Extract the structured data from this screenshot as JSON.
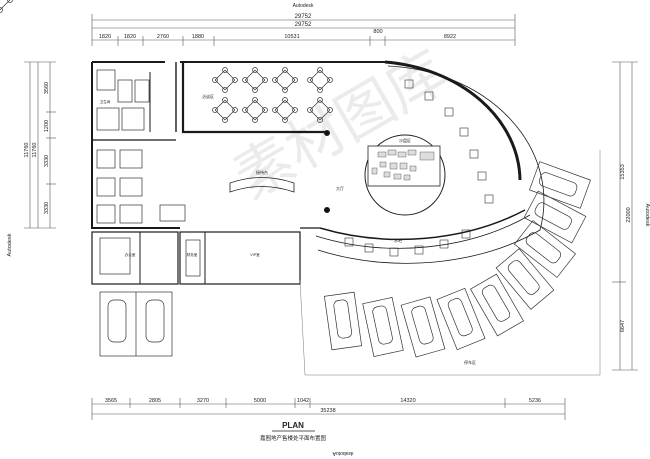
{
  "top_label": "Autodesk",
  "bottom_label_mirrored": "Autodesk",
  "left_label_rotated": "Autodesk",
  "right_label_rotated": "Autodesk",
  "plan_title": "PLAN",
  "plan_subtitle": "嘉囿地产售楼处平面布置图",
  "watermark": "素材图库",
  "top_dims": {
    "overall_1": "29752",
    "overall_2": "29752",
    "segments": [
      "1820",
      "1820",
      "2760",
      "1880",
      "10531",
      "800",
      "8922"
    ]
  },
  "left_dims": {
    "outer": "11760",
    "outer2": "11760",
    "segments": [
      "3560",
      "1200",
      "3330",
      "3330"
    ]
  },
  "right_dims": {
    "outer": "22000",
    "segments": [
      "15353",
      "6647"
    ]
  },
  "bottom_dims": {
    "overall": "35238",
    "segments": [
      "3565",
      "2805",
      "3270",
      "5000",
      "1042",
      "14320",
      "5236"
    ]
  },
  "plan_labels": {
    "center_model": "沙盘区",
    "reception": "接待台",
    "negotiation": "洽谈区",
    "bar": "水吧",
    "office": "办公室",
    "vip": "VIP室",
    "finance": "财务室",
    "wc": "卫生间",
    "lobby": "大厅",
    "parking": "停车区"
  },
  "colors": {
    "line": "#1a1a1a",
    "thin": "#555555",
    "watermark": "#c8c8c8"
  }
}
